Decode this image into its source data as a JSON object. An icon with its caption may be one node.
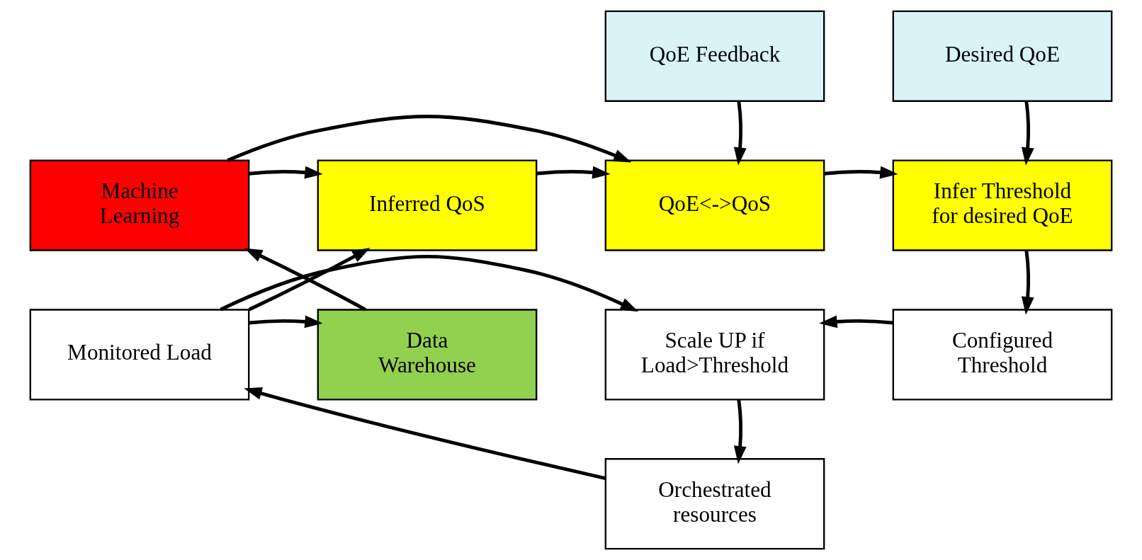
{
  "diagram": {
    "nodes": [
      {
        "text": [
          "QoE Feedback"
        ]
      },
      {
        "text": [
          "Desired QoE"
        ]
      },
      {
        "text": [
          "Machine Learning"
        ]
      },
      {
        "text": [
          "Inferred QoS"
        ]
      },
      {
        "text": [
          "QoE<->QoS"
        ]
      },
      {
        "text": [
          "Infer Threshold for desired QoE"
        ]
      },
      {
        "text": [
          "Data Warehouse"
        ]
      },
      {
        "text": [
          "Monitored Load"
        ]
      },
      {
        "text": [
          "Scale UP if Load>Threshold"
        ]
      },
      {
        "text": [
          "Configured Threshold"
        ]
      },
      {
        "text": [
          "Orchestrated resources"
        ]
      }
    ],
    "edges": [
      {
        "from": 2,
        "to": 3,
        "arrow": "to"
      },
      {
        "from": 2,
        "to": 4,
        "arrow": "to"
      },
      {
        "from": 0,
        "to": 4,
        "arrow": "to"
      },
      {
        "from": 1,
        "to": 5,
        "arrow": "to"
      },
      {
        "from": 3,
        "to": 4,
        "arrow": "to"
      },
      {
        "from": 4,
        "to": 5,
        "arrow": "to"
      },
      {
        "from": 5,
        "to": 9,
        "arrow": "to"
      },
      {
        "from": 6,
        "to": 2,
        "arrow": "to"
      },
      {
        "from": 7,
        "to": 6,
        "arrow": "to"
      },
      {
        "from": 7,
        "to": 3,
        "arrow": "to"
      },
      {
        "from": 7,
        "to": 8,
        "arrow": "to"
      },
      {
        "from": 9,
        "to": 8,
        "arrow": "to"
      },
      {
        "from": 8,
        "to": 10,
        "arrow": "to"
      },
      {
        "from": 10,
        "to": 7,
        "arrow": "to"
      }
    ]
  }
}
